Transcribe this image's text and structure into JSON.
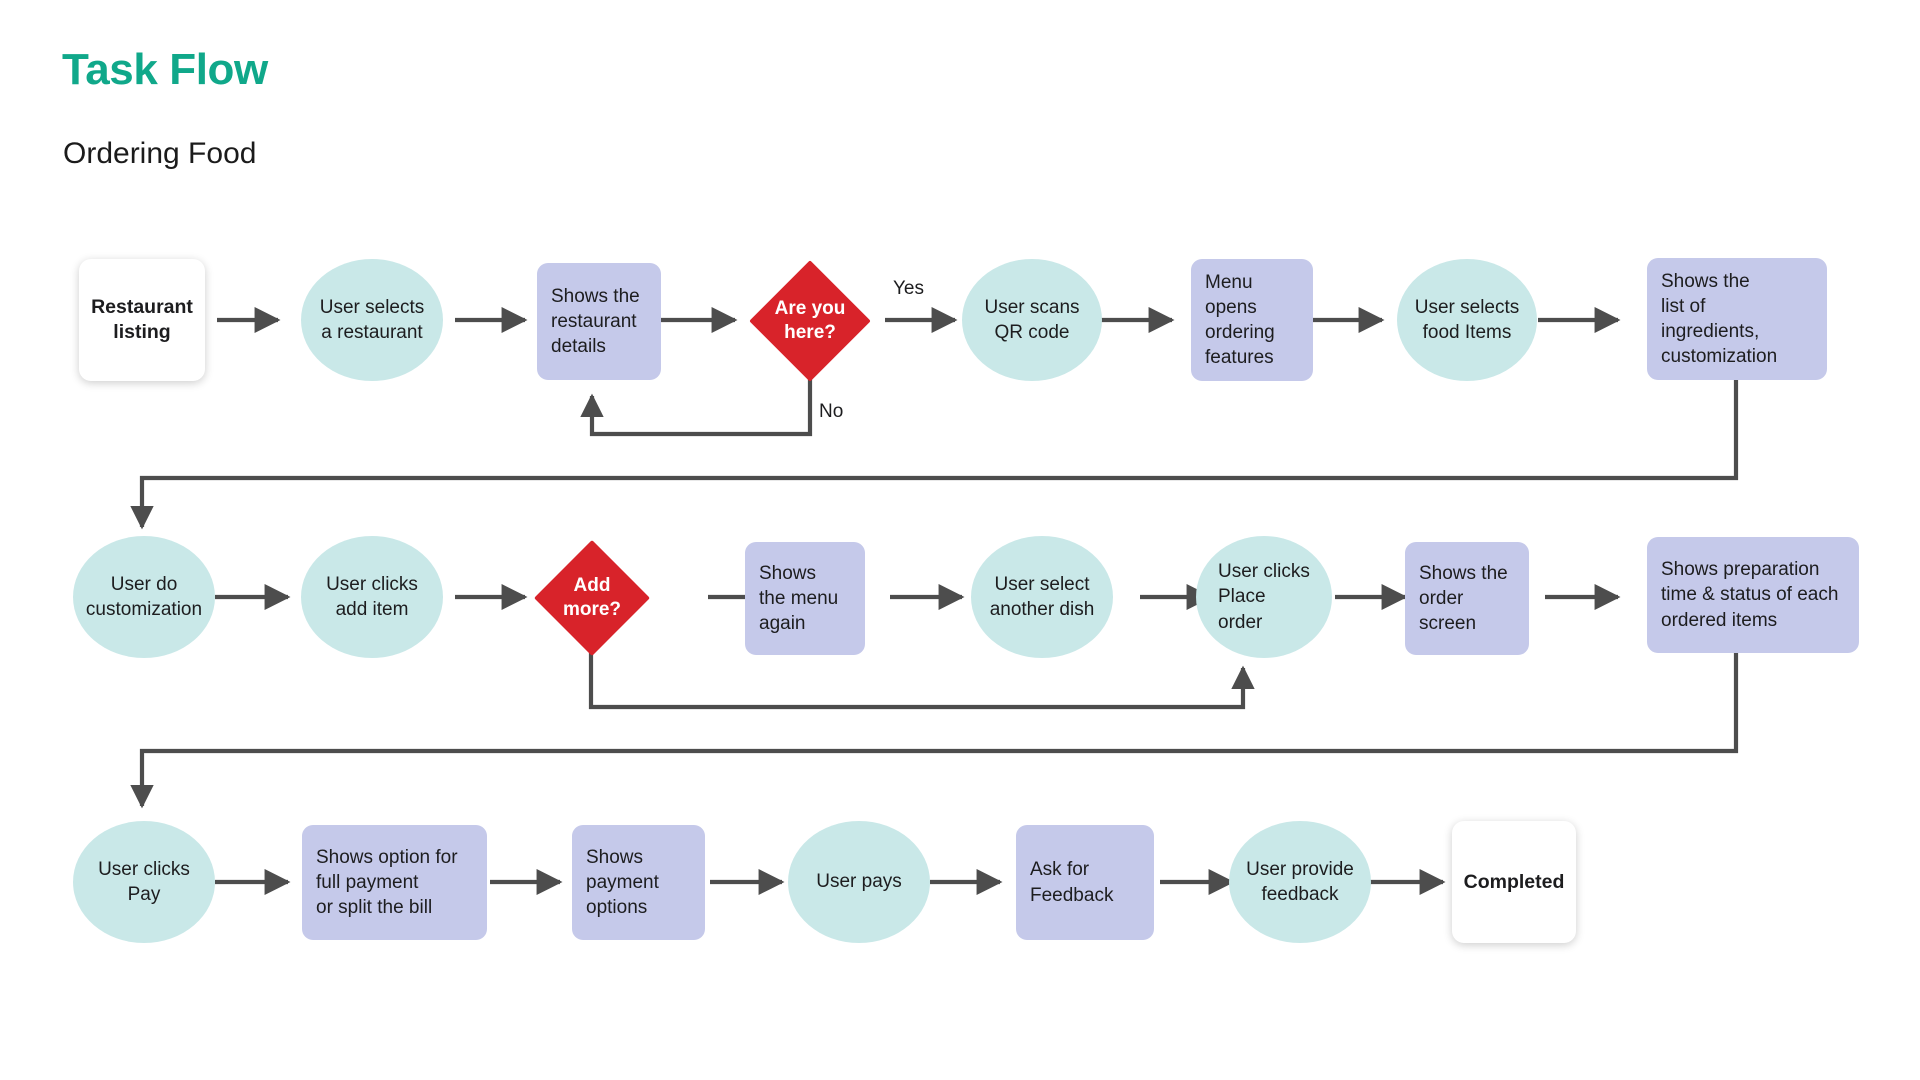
{
  "header": {
    "title": "Task Flow",
    "subtitle": "Ordering Food",
    "title_color": "#10a88a",
    "subtitle_color": "#1b1b1b"
  },
  "palette": {
    "terminator_fill": "#ffffff",
    "process_fill": "#c5c9ea",
    "state_fill": "#c9e8e8",
    "decision_fill": "#d8232a",
    "connector": "#4d4d4d",
    "text": "#1d1d1f",
    "decision_text": "#ffffff",
    "background": "#ffffff"
  },
  "diagram": {
    "type": "flowchart",
    "orientation": "left-to-right, wrapping into 3 rows",
    "rows": 3,
    "nodes": [
      {
        "id": "n1",
        "row": 1,
        "shape": "terminator",
        "label": "Restaurant\nlisting"
      },
      {
        "id": "n2",
        "row": 1,
        "shape": "state",
        "label": "User selects\na restaurant"
      },
      {
        "id": "n3",
        "row": 1,
        "shape": "process",
        "label": "Shows the\nrestaurant\ndetails"
      },
      {
        "id": "n4",
        "row": 1,
        "shape": "decision",
        "label": "Are you\nhere?"
      },
      {
        "id": "n5",
        "row": 1,
        "shape": "state",
        "label": "User scans\nQR code"
      },
      {
        "id": "n6",
        "row": 1,
        "shape": "process",
        "label": "Menu\nopens\nordering\nfeatures"
      },
      {
        "id": "n7",
        "row": 1,
        "shape": "state",
        "label": "User selects\nfood Items"
      },
      {
        "id": "n8",
        "row": 1,
        "shape": "process",
        "label": "Shows the\nlist of\ningredients,\ncustomization"
      },
      {
        "id": "n9",
        "row": 2,
        "shape": "state",
        "label": "User do\ncustomization"
      },
      {
        "id": "n10",
        "row": 2,
        "shape": "state",
        "label": "User clicks\nadd item"
      },
      {
        "id": "n11",
        "row": 2,
        "shape": "decision",
        "label": "Add\nmore?"
      },
      {
        "id": "n12",
        "row": 2,
        "shape": "process",
        "label": "Shows\nthe menu\nagain"
      },
      {
        "id": "n13",
        "row": 2,
        "shape": "state",
        "label": "User select\nanother dish"
      },
      {
        "id": "n14",
        "row": 2,
        "shape": "state",
        "label": "User clicks\nPlace\norder"
      },
      {
        "id": "n15",
        "row": 2,
        "shape": "process",
        "label": "Shows the\norder\nscreen"
      },
      {
        "id": "n16",
        "row": 2,
        "shape": "process",
        "label": "Shows preparation\ntime & status of each\nordered items"
      },
      {
        "id": "n17",
        "row": 3,
        "shape": "state",
        "label": "User clicks\nPay"
      },
      {
        "id": "n18",
        "row": 3,
        "shape": "process",
        "label": "Shows option for\nfull payment\nor split the bill"
      },
      {
        "id": "n19",
        "row": 3,
        "shape": "process",
        "label": "Shows\npayment\noptions"
      },
      {
        "id": "n20",
        "row": 3,
        "shape": "state",
        "label": "User pays"
      },
      {
        "id": "n21",
        "row": 3,
        "shape": "process",
        "label": "Ask for\nFeedback"
      },
      {
        "id": "n22",
        "row": 3,
        "shape": "state",
        "label": "User provide\nfeedback"
      },
      {
        "id": "n23",
        "row": 3,
        "shape": "terminator",
        "label": "Completed"
      }
    ],
    "edge_labels": [
      {
        "id": "e-yes",
        "label": "Yes",
        "from": "n4",
        "to": "n5"
      },
      {
        "id": "e-no",
        "label": "No",
        "from": "n4",
        "to": "n3"
      }
    ],
    "loops": [
      {
        "id": "loop-are-you-here",
        "label": "No",
        "from": "Are you here?",
        "to": "Shows the restaurant details"
      },
      {
        "id": "loop-add-more",
        "label": "",
        "from": "Add more?",
        "to": "User clicks Place order"
      }
    ]
  }
}
